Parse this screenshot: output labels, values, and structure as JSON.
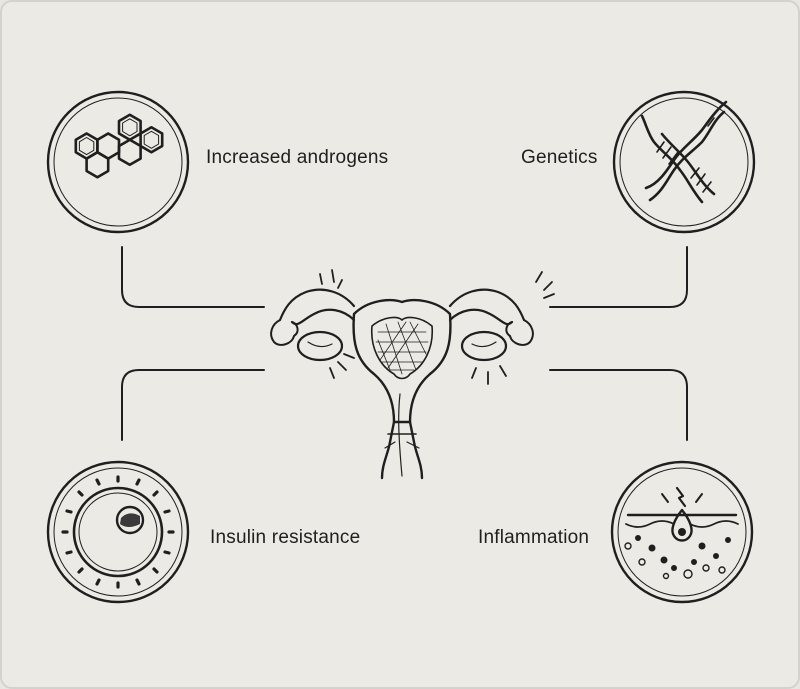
{
  "factors": {
    "androgens": {
      "label": "Increased androgens",
      "icon": "hexagon-molecule-icon"
    },
    "genetics": {
      "label": "Genetics",
      "icon": "dna-helix-icon"
    },
    "insulin": {
      "label": "Insulin resistance",
      "icon": "cell-receptor-icon"
    },
    "inflammation": {
      "label": "Inflammation",
      "icon": "inflamed-skin-icon"
    }
  },
  "center": {
    "icon": "uterus-ovaries-icon"
  },
  "colors": {
    "ink": "#1f1f1f",
    "background": "#eceae4"
  }
}
